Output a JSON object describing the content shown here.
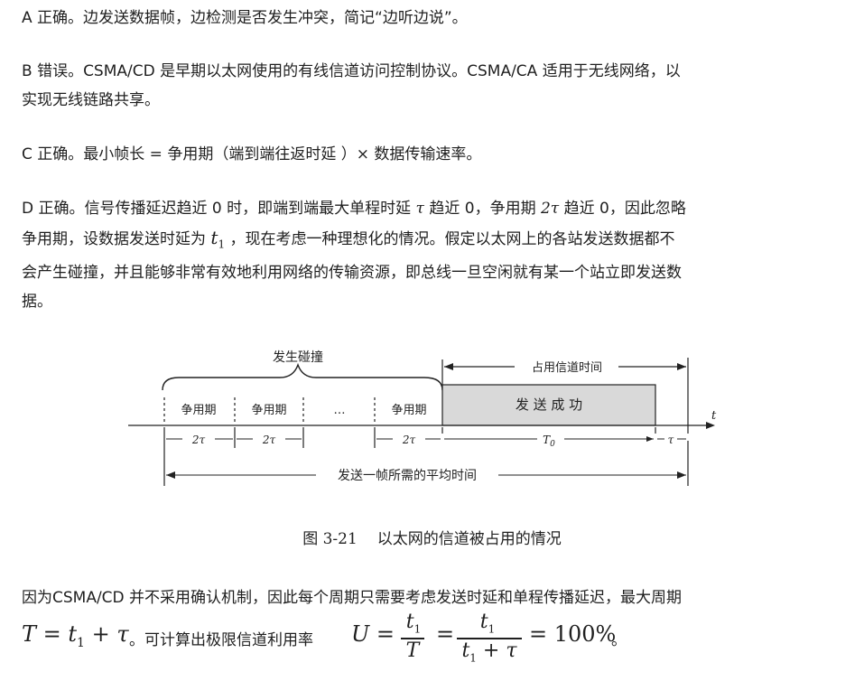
{
  "paragraphs": {
    "a": "A 正确。边发送数据帧，边检测是否发生冲突，简记“边听边说”。",
    "b1": "B 错误。CSMA/CD 是早期以太网使用的有线信道访问控制协议。CSMA/CA 适用于无线网络，以",
    "b2": "实现无线链路共享。",
    "c": "C 正确。最小帧长 = 争用期（端到端往返时延 ）× 数据传输速率。",
    "d1_pre": "D 正确。信号传播延迟趋近 0 时，即端到端最大单程时延",
    "d1_tau": "τ",
    "d1_mid": "趋近 0，争用期",
    "d1_2tau": "2τ",
    "d1_post": "趋近 0，因此忽略",
    "d2_pre": "争用期，设数据发送时延为",
    "d2_t1": "t",
    "d2_sub": "1",
    "d2_post": "，现在考虑一种理想化的情况。假定以太网上的各站发送数据都不",
    "d3": "会产生碰撞，并且能够非常有效地利用网络的传输资源，即总线一旦空闲就有某一个站立即发送数",
    "d4": "据。"
  },
  "figure": {
    "collision_label": "发生碰撞",
    "occupy_label": "占用信道时间",
    "contention_label": "争用期",
    "dots": "…",
    "success_label": "发 送 成 功",
    "axis_label": "t",
    "two_tau": "2τ",
    "t0": "T",
    "t0_sub": "0",
    "tau": "τ",
    "avg_time_label": "发送一帧所需的平均时间",
    "caption_num": "图 3-21",
    "caption_text": "以太网的信道被占用的情况"
  },
  "conclusion": {
    "line1": "因为CSMA/CD 并不采用确认机制，因此每个周期只需要考虑发送时延和单程传播延迟，最大周期",
    "T_eq": "T = t",
    "sub1": "1",
    "plus_tau": " + τ",
    "mid_text": "。可计算出极限信道利用率",
    "U_eq": "U =",
    "frac1_num": "t",
    "frac1_den": "T",
    "eq": "=",
    "frac2_num": "t",
    "frac2_den": "t",
    "frac2_den_rest": " + τ",
    "result": "= 100%",
    "end": "。"
  }
}
